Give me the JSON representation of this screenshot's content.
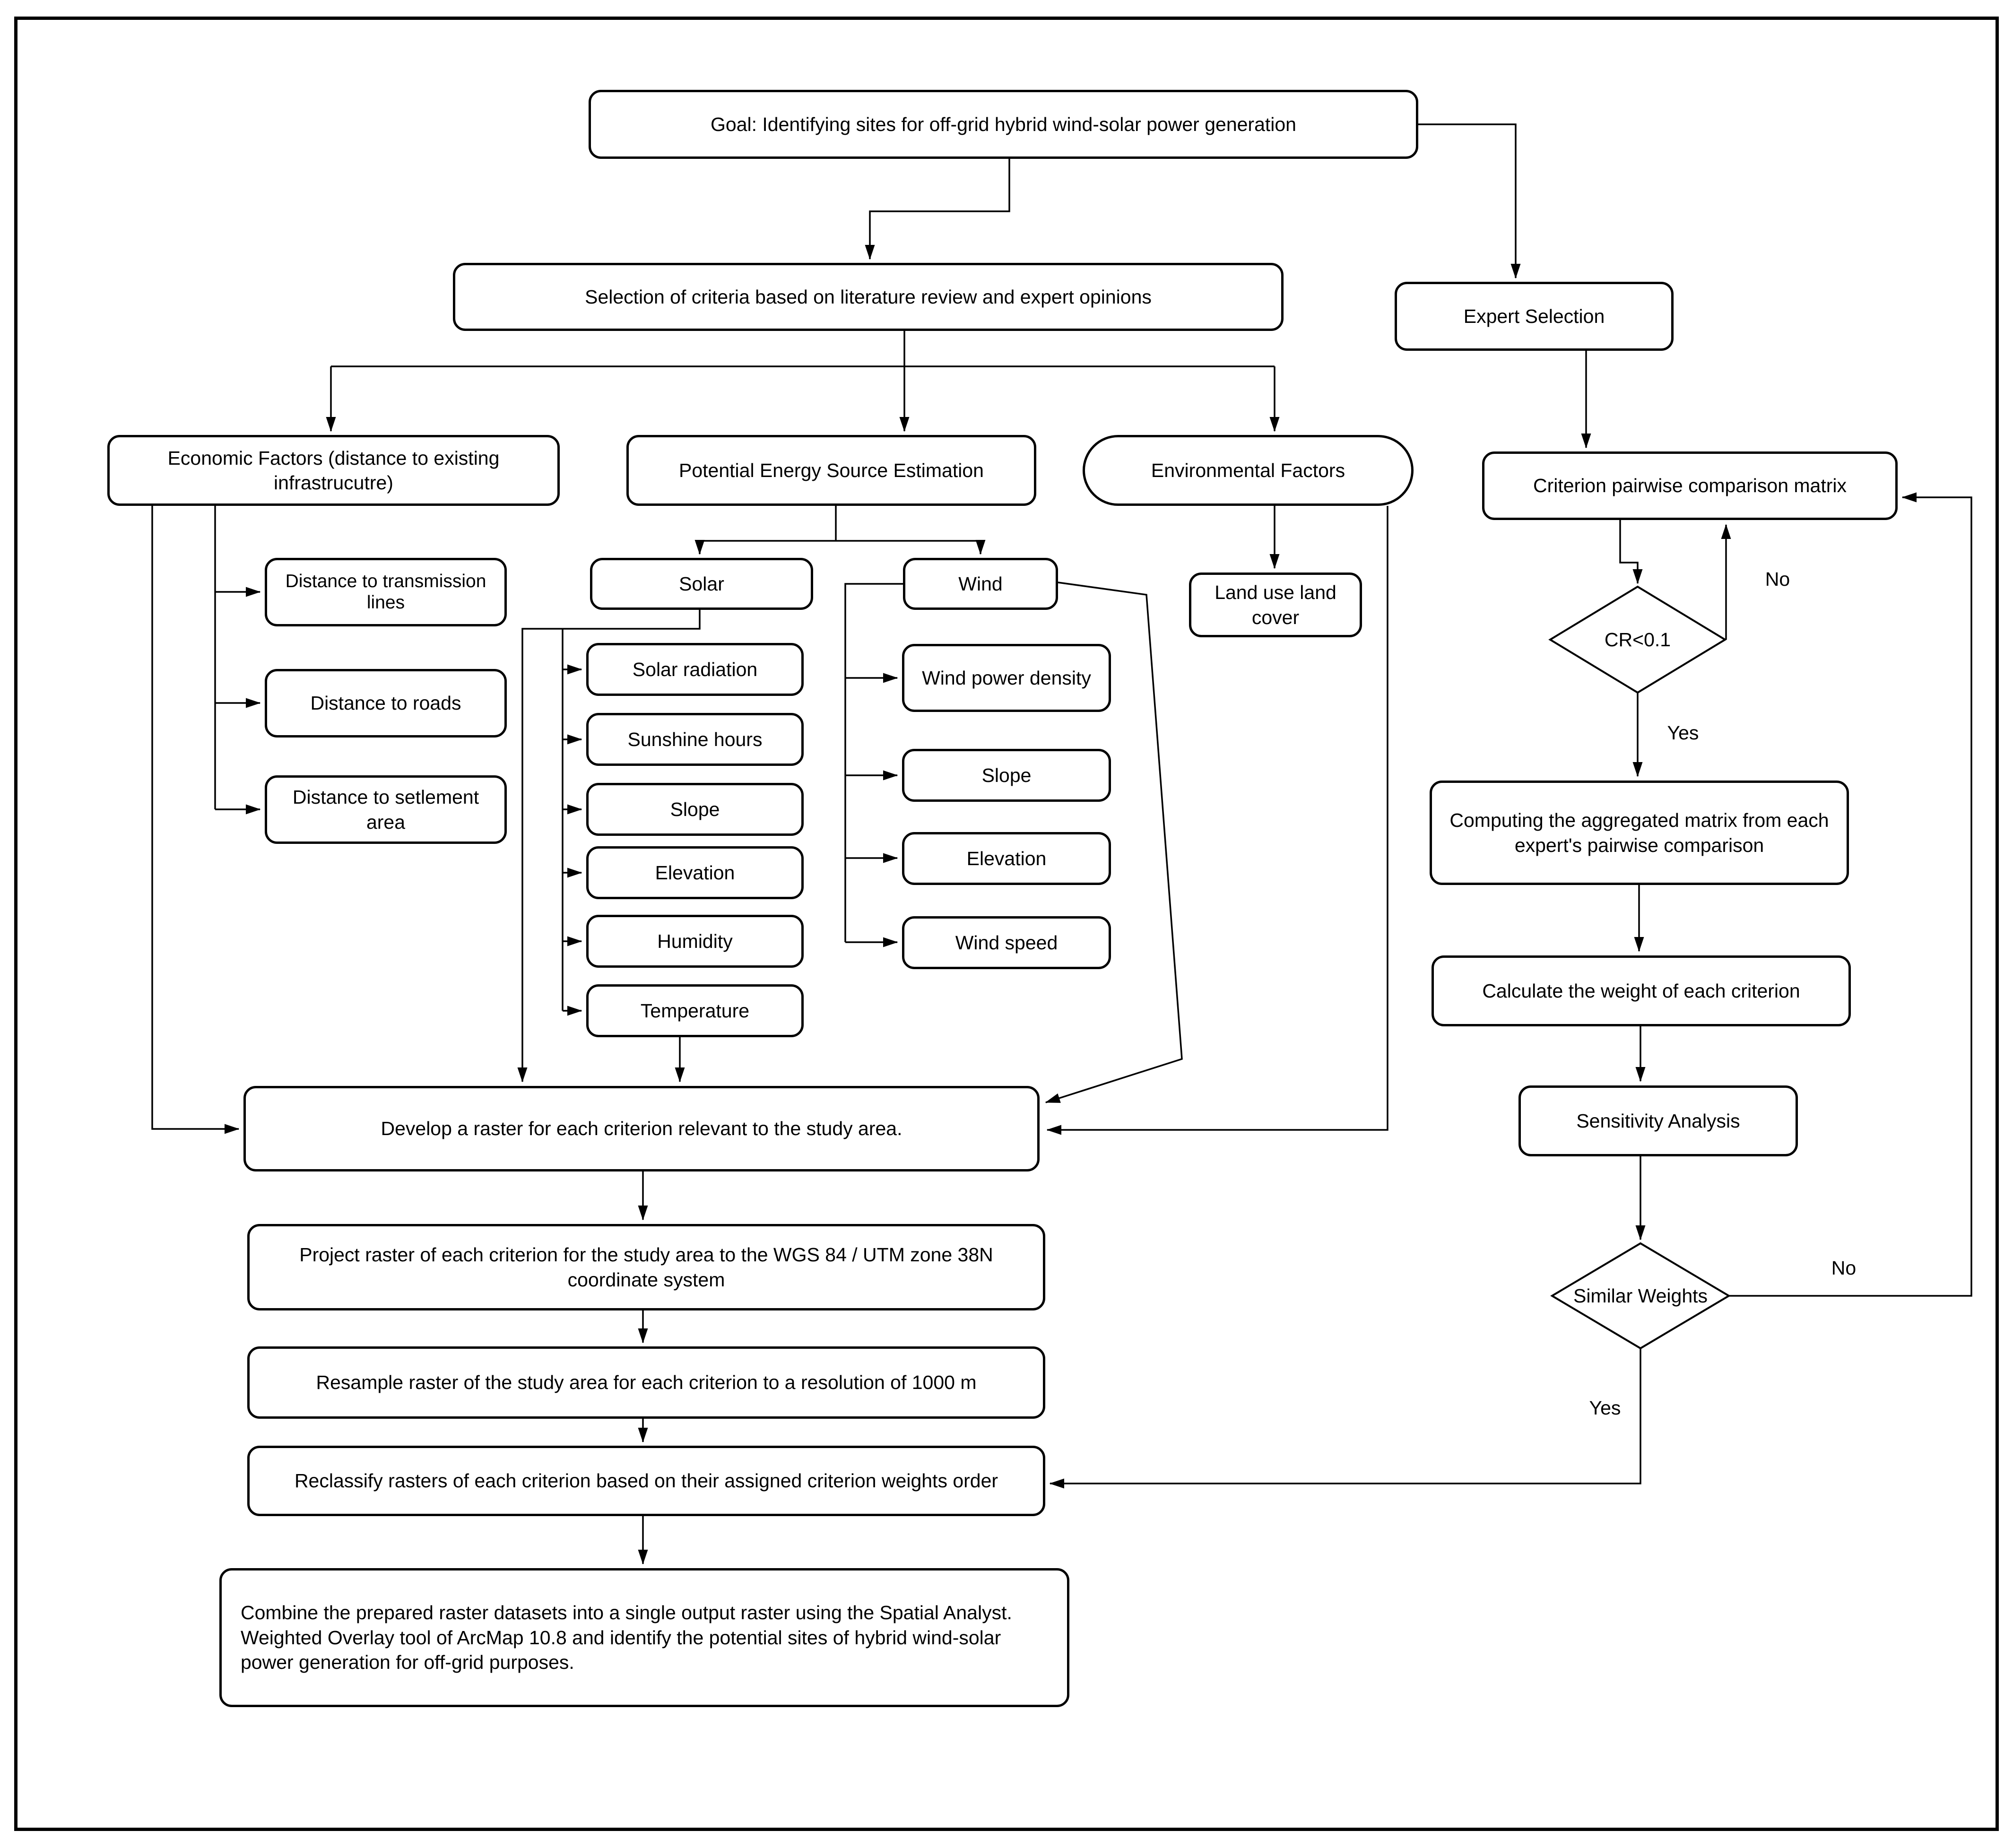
{
  "diagram": {
    "nodes": {
      "goal": {
        "label": "Goal: Identifying sites for off-grid hybrid wind-solar power generation"
      },
      "selection": {
        "label": "Selection of criteria based on literature review and expert opinions"
      },
      "expert": {
        "label": "Expert Selection"
      },
      "economic": {
        "label": "Economic Factors (distance to existing infrastrucutre)"
      },
      "potential": {
        "label": "Potential Energy Source Estimation"
      },
      "environmental": {
        "label": "Environmental Factors"
      },
      "dist_transmission": {
        "label": "Distance to transmission lines"
      },
      "dist_roads": {
        "label": "Distance to roads"
      },
      "dist_settlement": {
        "label": "Distance to setlement area"
      },
      "solar": {
        "label": "Solar"
      },
      "wind": {
        "label": "Wind"
      },
      "solar_radiation": {
        "label": "Solar radiation"
      },
      "sunshine_hours": {
        "label": "Sunshine hours"
      },
      "solar_slope": {
        "label": "Slope"
      },
      "solar_elevation": {
        "label": "Elevation"
      },
      "humidity": {
        "label": "Humidity"
      },
      "temperature": {
        "label": "Temperature"
      },
      "wind_power_density": {
        "label": "Wind power density"
      },
      "wind_slope": {
        "label": "Slope"
      },
      "wind_elevation": {
        "label": "Elevation"
      },
      "wind_speed": {
        "label": "Wind speed"
      },
      "land_use": {
        "label": "Land use land cover"
      },
      "matrix": {
        "label": "Criterion pairwise comparison matrix"
      },
      "cr_decision": {
        "label": "CR<0.1"
      },
      "computing": {
        "label": "Computing the aggregated matrix from each expert's pairwise comparison"
      },
      "calculate": {
        "label": "Calculate the weight of each criterion"
      },
      "sensitivity": {
        "label": "Sensitivity Analysis"
      },
      "similar_decision": {
        "label": "Similar Weights"
      },
      "develop": {
        "label": "Develop a raster for each criterion relevant to the study area."
      },
      "project": {
        "label": "Project raster of each criterion for the study area to the WGS 84 / UTM zone 38N coordinate system"
      },
      "resample": {
        "label": "Resample raster of the study area for each criterion to a resolution of 1000 m"
      },
      "reclassify": {
        "label": "Reclassify rasters of each criterion based on their assigned criterion weights order"
      },
      "combine": {
        "label": "Combine the prepared raster datasets into a single output raster using the Spatial Analyst. Weighted Overlay tool of ArcMap 10.8 and identify the potential sites of hybrid  wind-solar power generation for off-grid purposes."
      }
    },
    "edge_labels": {
      "cr_no": "No",
      "cr_yes": "Yes",
      "similar_no": "No",
      "similar_yes": "Yes"
    }
  }
}
